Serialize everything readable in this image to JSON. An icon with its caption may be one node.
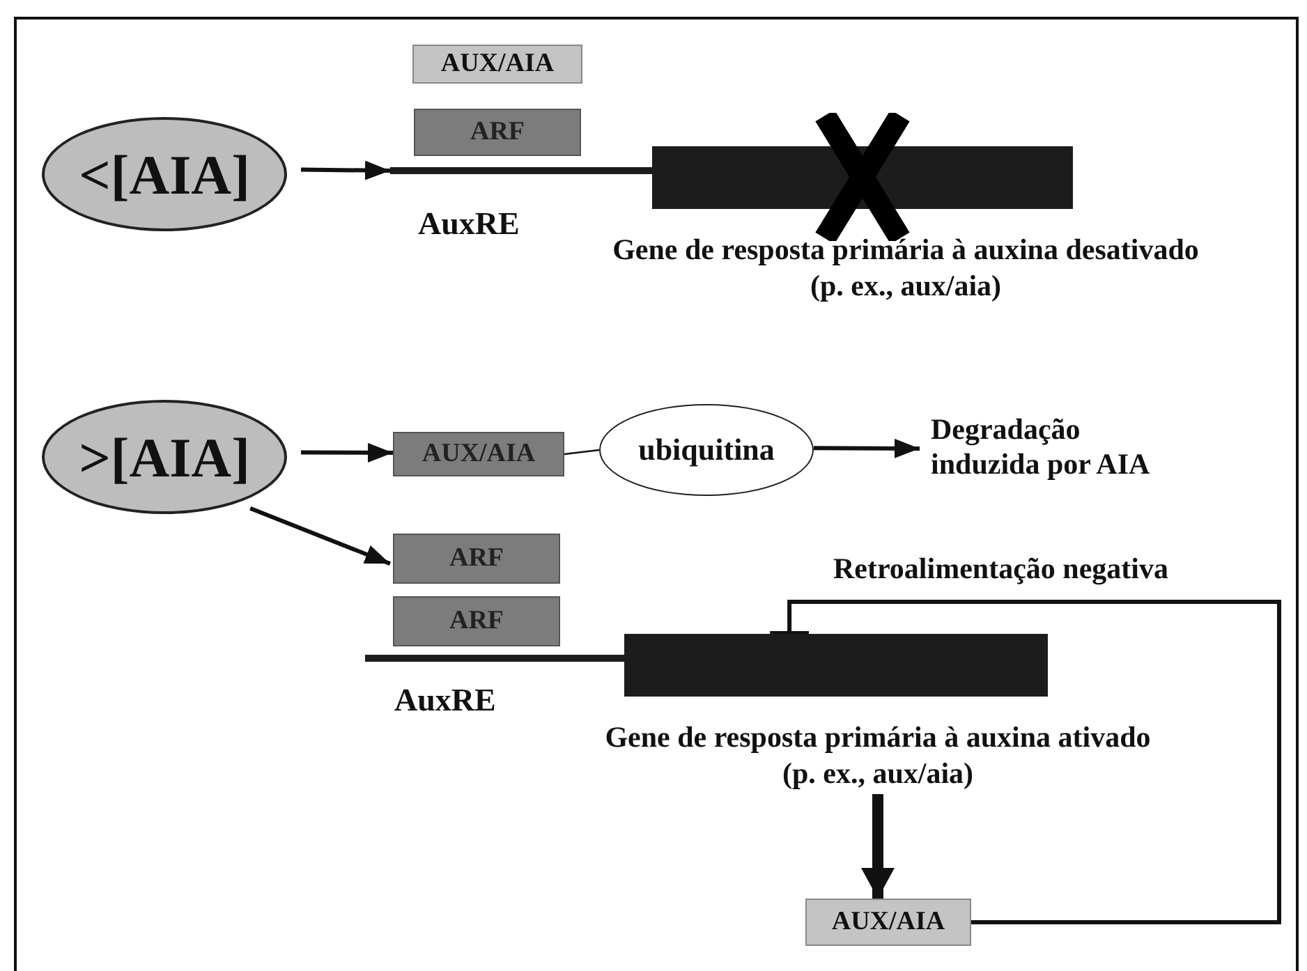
{
  "diagram": {
    "nodes": [
      {
        "text": [
          "<[AIA]"
        ]
      },
      {
        "text": [
          "AUX/AIA"
        ]
      },
      {
        "text": [
          "ARF"
        ]
      },
      {
        "text": [],
        "shape": "bar"
      },
      {
        "text": [],
        "shape": "bar",
        "beside": [
          "Gene de resposta primária à auxina desativado",
          "(p. ex., aux/aia)"
        ]
      },
      {
        "text": [
          ">[AIA]"
        ]
      },
      {
        "text": [
          "AUX/AIA"
        ]
      },
      {
        "text": [
          "ubiquitina"
        ]
      },
      {
        "text": [
          "Degradação induzida por AIA"
        ]
      },
      {
        "text": [
          "ARF"
        ]
      },
      {
        "text": [
          "ARF"
        ]
      },
      {
        "text": [],
        "shape": "bar"
      },
      {
        "text": [],
        "shape": "bar",
        "beside": [
          "Gene de resposta primária à auxina ativado",
          "(p. ex., aux/aia)"
        ]
      },
      {
        "text": [
          "AUX/AIA"
        ]
      }
    ],
    "edges": [
      {
        "from": 0,
        "to": 3,
        "arrow": "to"
      },
      {
        "from": 5,
        "to": 6,
        "arrow": "to"
      },
      {
        "from": 6,
        "to": 7,
        "arrow": "none"
      },
      {
        "from": 7,
        "to": 8,
        "arrow": "to"
      },
      {
        "from": 5,
        "to": 9,
        "arrow": "to"
      },
      {
        "from": 12,
        "to": 13,
        "arrow": "to",
        "style": "thick"
      },
      {
        "from": 13,
        "to": 12,
        "arrow": "other",
        "label": "Retroalimentação negativa"
      }
    ],
    "labels": [
      "AuxRE",
      "AuxRE"
    ]
  }
}
